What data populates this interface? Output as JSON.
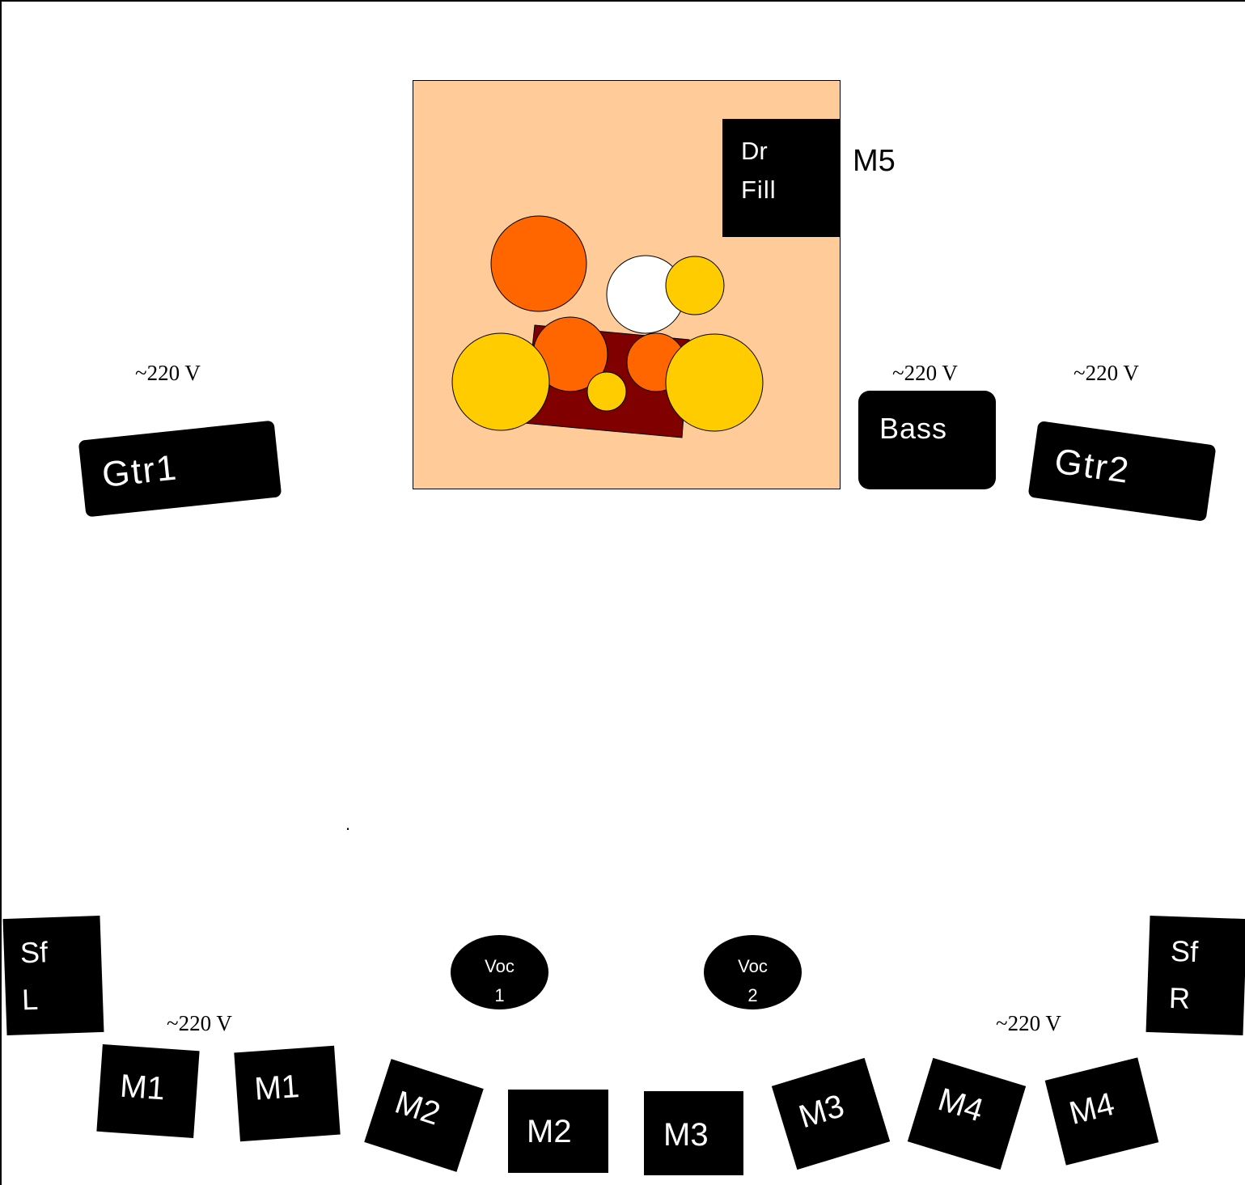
{
  "drum_riser": {
    "fill_monitor": {
      "line1": "Dr",
      "line2": "Fill"
    },
    "fill_monitor_mix": "M5"
  },
  "amps": {
    "gtr1": "Gtr1",
    "bass": "Bass",
    "gtr2": "Gtr2"
  },
  "power": {
    "gtr1": "~220 V",
    "bass": "~220 V",
    "gtr2": "~220 V",
    "front_left": "~220 V",
    "front_right": "~220 V"
  },
  "sidefills": {
    "left": {
      "line1": "Sf",
      "line2": "L"
    },
    "right": {
      "line1": "Sf",
      "line2": "R"
    }
  },
  "vocal_mics": {
    "voc1": {
      "line1": "Voc",
      "line2": "1"
    },
    "voc2": {
      "line1": "Voc",
      "line2": "2"
    }
  },
  "wedges": [
    "M1",
    "M1",
    "M2",
    "M2",
    "M3",
    "M3",
    "M4",
    "M4"
  ],
  "dot": ".",
  "colors": {
    "riser": "#ffcc99",
    "drum_rug": "#800000",
    "tom": "#ff6600",
    "cymbal": "#ffcc00",
    "snare": "#ffffff",
    "gear": "#000000"
  }
}
